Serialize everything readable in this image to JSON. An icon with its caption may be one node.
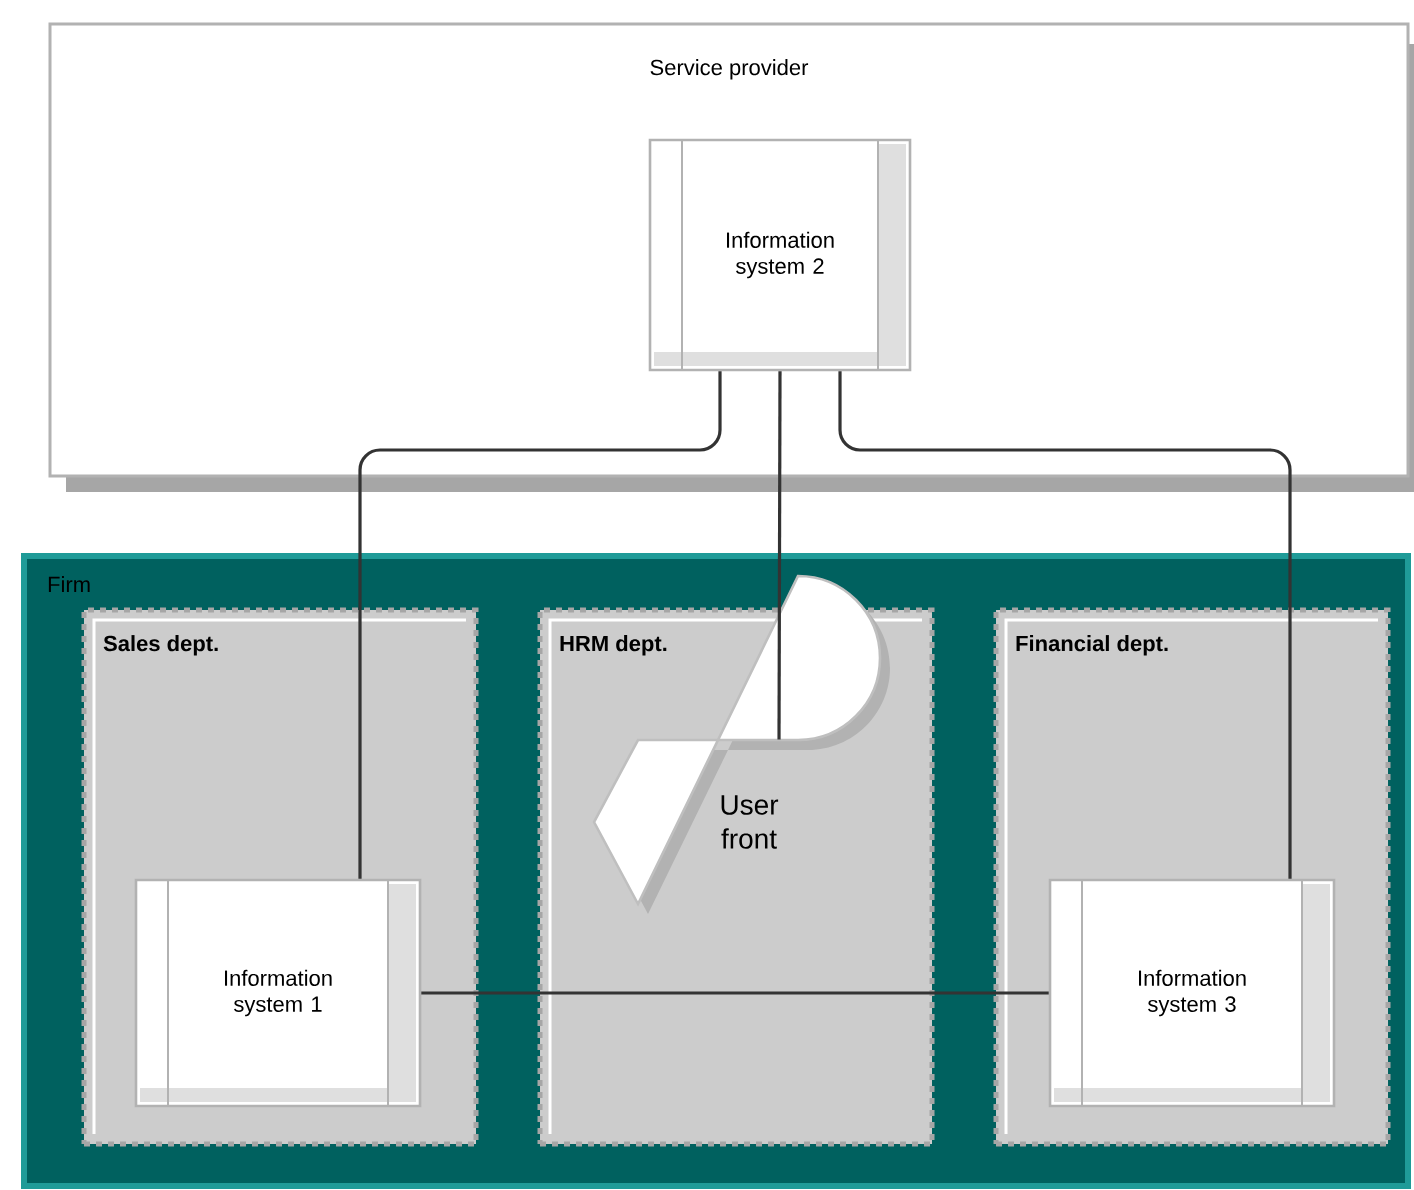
{
  "diagram": {
    "nodes": [
      {
        "text": [
          "Service provider"
        ]
      },
      {
        "text": [
          "Information system 2"
        ],
        "in": 0
      },
      {
        "text": [
          "Firm"
        ]
      },
      {
        "text": [
          "Sales dept."
        ],
        "in": 2
      },
      {
        "text": [
          "HRM dept."
        ],
        "in": 2
      },
      {
        "text": [
          "Financial dept."
        ],
        "in": 2
      },
      {
        "text": [
          "Information system 1"
        ],
        "in": 3
      },
      {
        "text": [
          "User front"
        ],
        "in": 4
      },
      {
        "text": [
          "Information system 3"
        ],
        "in": 5
      }
    ],
    "edges": [
      {
        "from": 1,
        "to": 6,
        "arrow": "none"
      },
      {
        "from": 1,
        "to": 7,
        "arrow": "none"
      },
      {
        "from": 1,
        "to": 8,
        "arrow": "none"
      },
      {
        "from": 6,
        "to": 8,
        "arrow": "none"
      }
    ]
  }
}
